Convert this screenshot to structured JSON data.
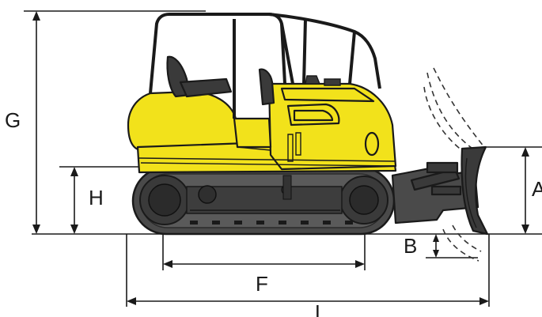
{
  "colors": {
    "body": "#f2e21b",
    "body_shadow": "#d8c400",
    "track": "#4a4a4a",
    "dark": "#2b2b2b",
    "line": "#1a1a1a",
    "background": "#ffffff"
  },
  "dimensions": {
    "A": "A",
    "B": "B",
    "F": "F",
    "G": "G",
    "H": "H",
    "L": "L"
  }
}
